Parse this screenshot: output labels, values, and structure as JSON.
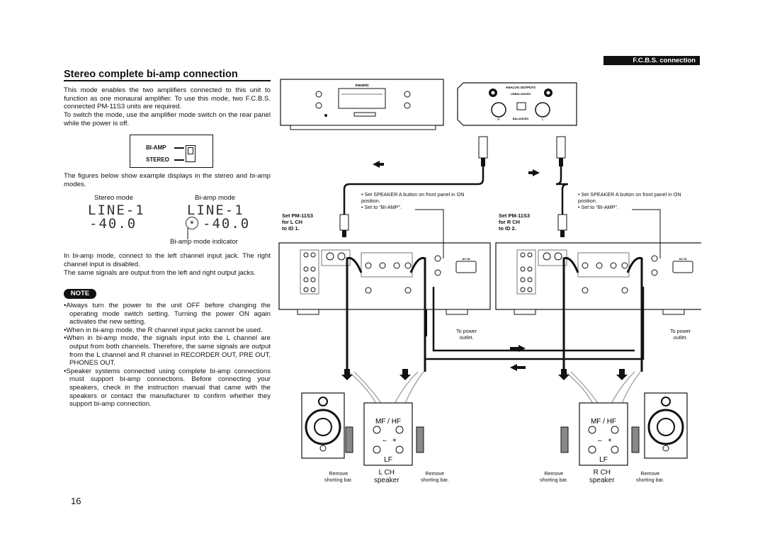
{
  "header": {
    "section": "F.C.B.S. connection"
  },
  "title": "Stereo complete bi-amp connection",
  "intro": [
    "This mode enables the two amplifiers connected to this unit to function as one monaural amplifier. To use this mode, two F.C.B.S. connected PM-11S3 units are required.",
    "To switch the mode, use the amplifier mode switch on the rear panel while the power is off."
  ],
  "switch": {
    "top": "BI-AMP",
    "bottom": "STEREO"
  },
  "figures_text": "The figures below show example displays in the stereo and bi-amp modes.",
  "stereo_mode": {
    "label": "Stereo mode",
    "line1": "LINE-1",
    "line2": "-40.0"
  },
  "biamp_mode": {
    "label": "Bi-amp mode",
    "line1": "LINE-1",
    "indicator": "*",
    "line2": "-40.0",
    "indicator_label": "Bi-amp mode indicator"
  },
  "body_paras": [
    "In bi-amp mode, connect to the left channel input jack. The right channel input is disabled.",
    "The same signals are output from the left and right output jacks."
  ],
  "note": {
    "label": "NOTE",
    "items": [
      "Always turn the power to the unit OFF before changing the operating mode switch setting. Turning the power ON again activates the new setting.",
      "When in bi-amp mode, the R channel input jacks cannot be used.",
      "When in bi-amp mode, the signals input into the L channel are output from both channels. Therefore, the same signals are output from the L channel and R channel in RECORDER OUT, PRE OUT, PHONES OUT.",
      "Speaker systems connected using complete bi-amp connections must support bi-amp connections. Before connecting your speakers, check in the instruction manual that came with the speakers or contact the manufacturer to confirm whether they support bi-amp connection."
    ]
  },
  "diagram": {
    "player_brand": "marantz",
    "outputs": {
      "title": "ANALOG OUTPUTS",
      "unbalanced": "UNBALANCED",
      "balanced": "BALANCED",
      "r": "R",
      "l": "L"
    },
    "left_amp": {
      "set_lines": [
        "Set PM-11S3",
        "for L CH",
        "to ID 1."
      ],
      "bullets": [
        "Set SPEAKER A button on front panel in ON position.",
        "Set to “BI-AMP”."
      ],
      "power": [
        "To power",
        "outlet."
      ],
      "channel": "L CH",
      "speaker_word": "speaker"
    },
    "right_amp": {
      "set_lines": [
        "Set PM-11S3",
        "for R CH",
        "to ID 2."
      ],
      "bullets": [
        "Set SPEAKER A button on front panel in ON position.",
        "Set to “BI-AMP”."
      ],
      "power": [
        "To power",
        "outlet."
      ],
      "channel": "R CH",
      "speaker_word": "speaker"
    },
    "terminal_top": "MF / HF",
    "terminal_bottom": "LF",
    "remove": [
      "Remove",
      "shorting bar."
    ],
    "ac_in": "AC IN"
  },
  "page_number": "16"
}
